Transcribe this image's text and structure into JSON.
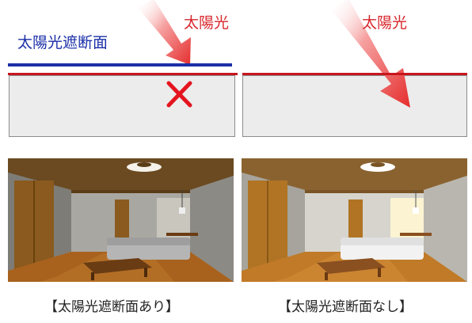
{
  "left_panel": {
    "shade_label": "太陽光遮断面",
    "sun_label": "太陽光",
    "caption": "【太陽光遮断面あり】"
  },
  "right_panel": {
    "sun_label": "太陽光",
    "caption": "【太陽光遮断面なし】"
  },
  "colors": {
    "sun": "#e52d2d",
    "shade": "#1b2fa8",
    "roof": "#c8161d",
    "blocked": "#e4151e"
  },
  "icons": {
    "blocked": "x-mark-icon",
    "sunlight": "sun-ray-arrow-icon"
  }
}
